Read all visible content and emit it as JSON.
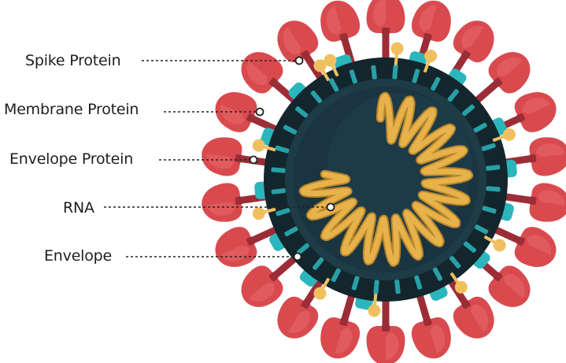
{
  "labels": {
    "spike": "Spike Protein",
    "membrane": "Membrane Protein",
    "envelope_protein": "Envelope Protein",
    "rna": "RNA",
    "envelope": "Envelope"
  },
  "colors": {
    "spike": "#d94a4f",
    "spike_light": "#e86a6c",
    "spike_stem": "#9c2d37",
    "membrane_protein": "#f0c060",
    "envelope_protein": "#2bb6bd",
    "envelope": "#14262d",
    "inner": "#1d3c46",
    "core": "#1a3440",
    "rna": "#e8b24b",
    "leader": "#222222"
  },
  "icons": {
    "virus": "coronavirus-illustration-icon"
  }
}
